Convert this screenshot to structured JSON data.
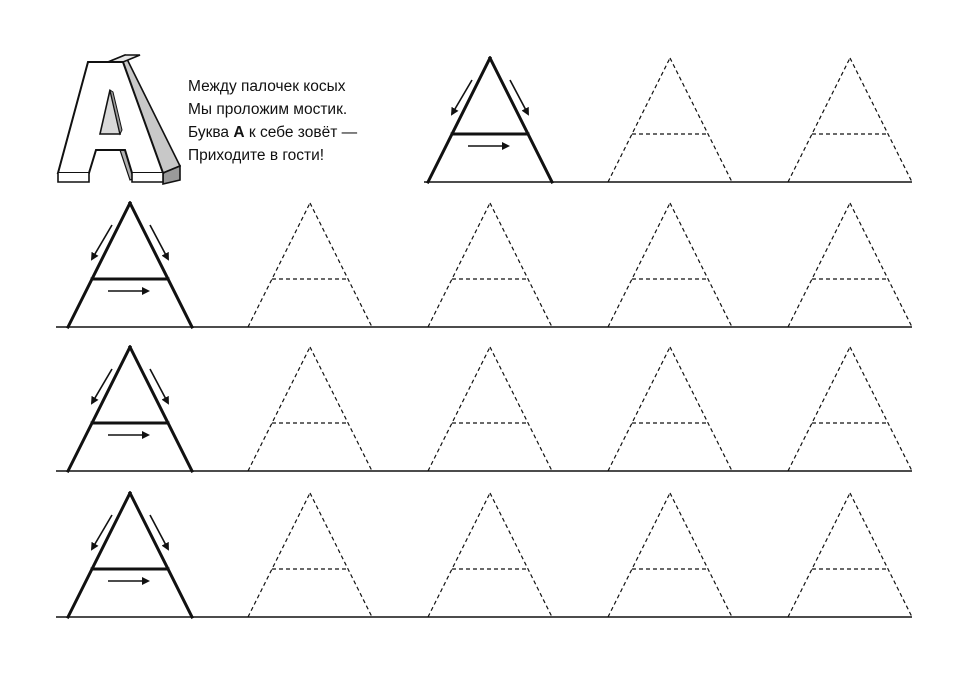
{
  "poem": {
    "line1": "Между палочек косых",
    "line2": "Мы проложим мостик.",
    "line3_before": "Буква ",
    "line3_letter": "А",
    "line3_after": " к себе зовёт —",
    "line4": "Приходите в гости!"
  },
  "decorative_letter": "A",
  "colors": {
    "ink": "#111111",
    "shade": "#bdbdbd",
    "paper": "#ffffff"
  },
  "worksheet": {
    "rows": 4,
    "first_row_traces": 2,
    "other_row_traces": 4
  }
}
